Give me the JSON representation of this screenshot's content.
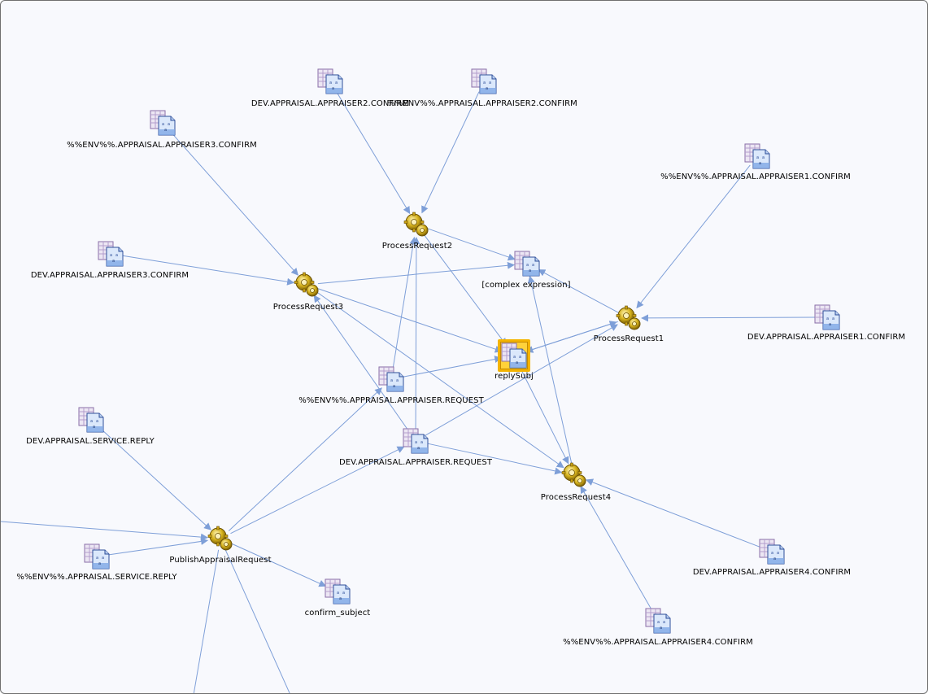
{
  "graph": {
    "nodes": [
      {
        "id": "n1",
        "kind": "queue",
        "label": "DEV.APPRAISAL.APPRAISER2.CONFIRM"
      },
      {
        "id": "n2",
        "kind": "queue",
        "label": "%%ENV%%.APPRAISAL.APPRAISER2.CONFIRM"
      },
      {
        "id": "n3",
        "kind": "queue",
        "label": "%%ENV%%.APPRAISAL.APPRAISER3.CONFIRM"
      },
      {
        "id": "n4",
        "kind": "queue",
        "label": "%%ENV%%.APPRAISAL.APPRAISER1.CONFIRM"
      },
      {
        "id": "n5",
        "kind": "process",
        "label": "ProcessRequest2"
      },
      {
        "id": "n6",
        "kind": "queue",
        "label": "DEV.APPRAISAL.APPRAISER3.CONFIRM"
      },
      {
        "id": "n7",
        "kind": "queue",
        "label": "[complex expression]"
      },
      {
        "id": "n8",
        "kind": "process",
        "label": "ProcessRequest3"
      },
      {
        "id": "n9",
        "kind": "process",
        "label": "ProcessRequest1"
      },
      {
        "id": "n10",
        "kind": "queue",
        "label": "DEV.APPRAISAL.APPRAISER1.CONFIRM"
      },
      {
        "id": "n11",
        "kind": "queue",
        "label": "replySubj",
        "selected": true
      },
      {
        "id": "n12",
        "kind": "queue",
        "label": "%%ENV%%.APPRAISAL.APPRAISER.REQUEST"
      },
      {
        "id": "n13",
        "kind": "queue",
        "label": "DEV.APPRAISAL.SERVICE.REPLY"
      },
      {
        "id": "n14",
        "kind": "queue",
        "label": "DEV.APPRAISAL.APPRAISER.REQUEST"
      },
      {
        "id": "n15",
        "kind": "process",
        "label": "ProcessRequest4"
      },
      {
        "id": "n16",
        "kind": "process",
        "label": "PublishAppraisalRequest"
      },
      {
        "id": "n17",
        "kind": "queue",
        "label": "%%ENV%%.APPRAISAL.SERVICE.REPLY"
      },
      {
        "id": "n18",
        "kind": "queue",
        "label": "confirm_subject"
      },
      {
        "id": "n19",
        "kind": "queue",
        "label": "DEV.APPRAISAL.APPRAISER4.CONFIRM"
      },
      {
        "id": "n20",
        "kind": "queue",
        "label": "%%ENV%%.APPRAISAL.APPRAISER4.CONFIRM"
      }
    ],
    "edges": [
      [
        "n1",
        "n5"
      ],
      [
        "n2",
        "n5"
      ],
      [
        "n3",
        "n8"
      ],
      [
        "n6",
        "n8"
      ],
      [
        "n4",
        "n9"
      ],
      [
        "n10",
        "n9"
      ],
      [
        "n5",
        "n7"
      ],
      [
        "n5",
        "n11"
      ],
      [
        "n8",
        "n7"
      ],
      [
        "n8",
        "n11"
      ],
      [
        "n8",
        "n15"
      ],
      [
        "n9",
        "n7"
      ],
      [
        "n9",
        "n11"
      ],
      [
        "n11",
        "n9"
      ],
      [
        "n12",
        "n11"
      ],
      [
        "n12",
        "n5"
      ],
      [
        "n14",
        "n5"
      ],
      [
        "n14",
        "n15"
      ],
      [
        "n14",
        "n9"
      ],
      [
        "n14",
        "n8"
      ],
      [
        "n16",
        "n12"
      ],
      [
        "n16",
        "n14"
      ],
      [
        "n16",
        "n18"
      ],
      [
        "n13",
        "n16"
      ],
      [
        "n17",
        "n16"
      ],
      [
        "n11",
        "n15"
      ],
      [
        "n15",
        "n7"
      ],
      [
        "n19",
        "n15"
      ],
      [
        "n20",
        "n15"
      ],
      [
        "e_left",
        "n16"
      ],
      [
        "n16",
        "e_bl"
      ],
      [
        "n16",
        "e_br"
      ]
    ],
    "colors": {
      "edge": "#7e9fd8",
      "canvas": "#f8f9fd",
      "selection": "#ffd23a",
      "process": "#d6b21c"
    },
    "icons": {
      "queue": "queue-icon",
      "process": "process-gear-icon"
    }
  }
}
